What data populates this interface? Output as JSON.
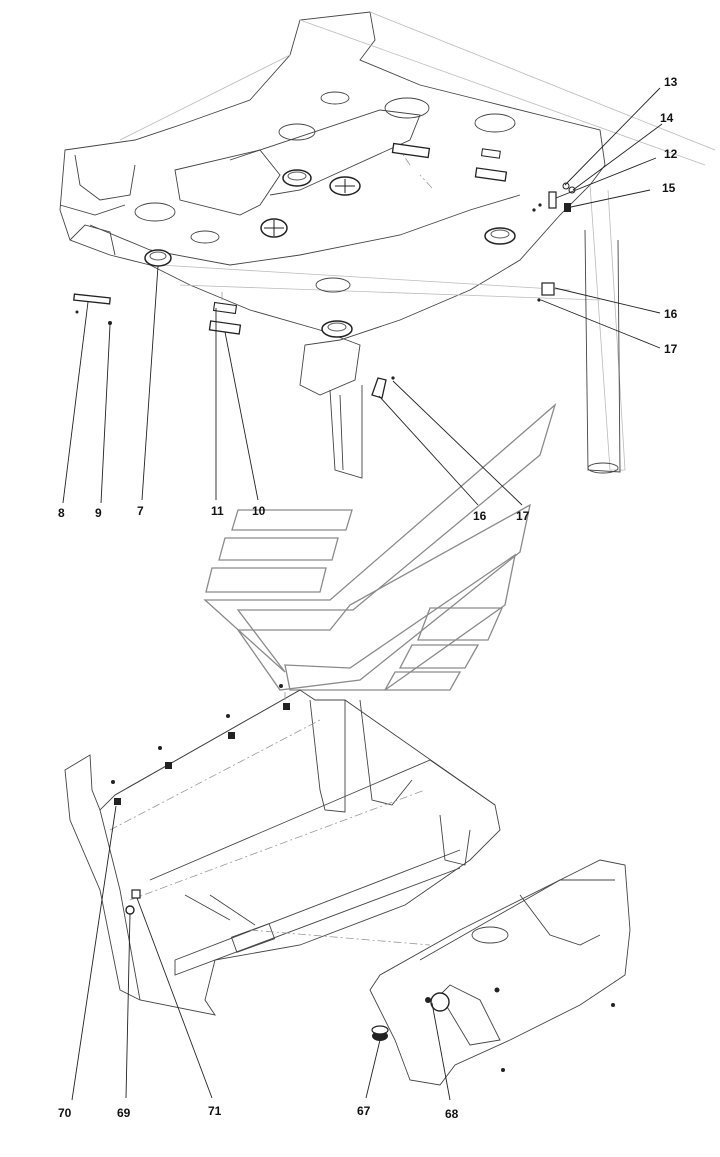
{
  "callouts": [
    {
      "id": "13",
      "text": "13"
    },
    {
      "id": "14",
      "text": "14"
    },
    {
      "id": "12",
      "text": "12"
    },
    {
      "id": "15",
      "text": "15"
    },
    {
      "id": "16a",
      "text": "16"
    },
    {
      "id": "17a",
      "text": "17"
    },
    {
      "id": "8",
      "text": "8"
    },
    {
      "id": "9",
      "text": "9"
    },
    {
      "id": "7",
      "text": "7"
    },
    {
      "id": "11",
      "text": "11"
    },
    {
      "id": "10",
      "text": "10"
    },
    {
      "id": "16b",
      "text": "16"
    },
    {
      "id": "17b",
      "text": "17"
    },
    {
      "id": "70",
      "text": "70"
    },
    {
      "id": "69",
      "text": "69"
    },
    {
      "id": "71",
      "text": "71"
    },
    {
      "id": "67",
      "text": "67"
    },
    {
      "id": "68",
      "text": "68"
    }
  ]
}
